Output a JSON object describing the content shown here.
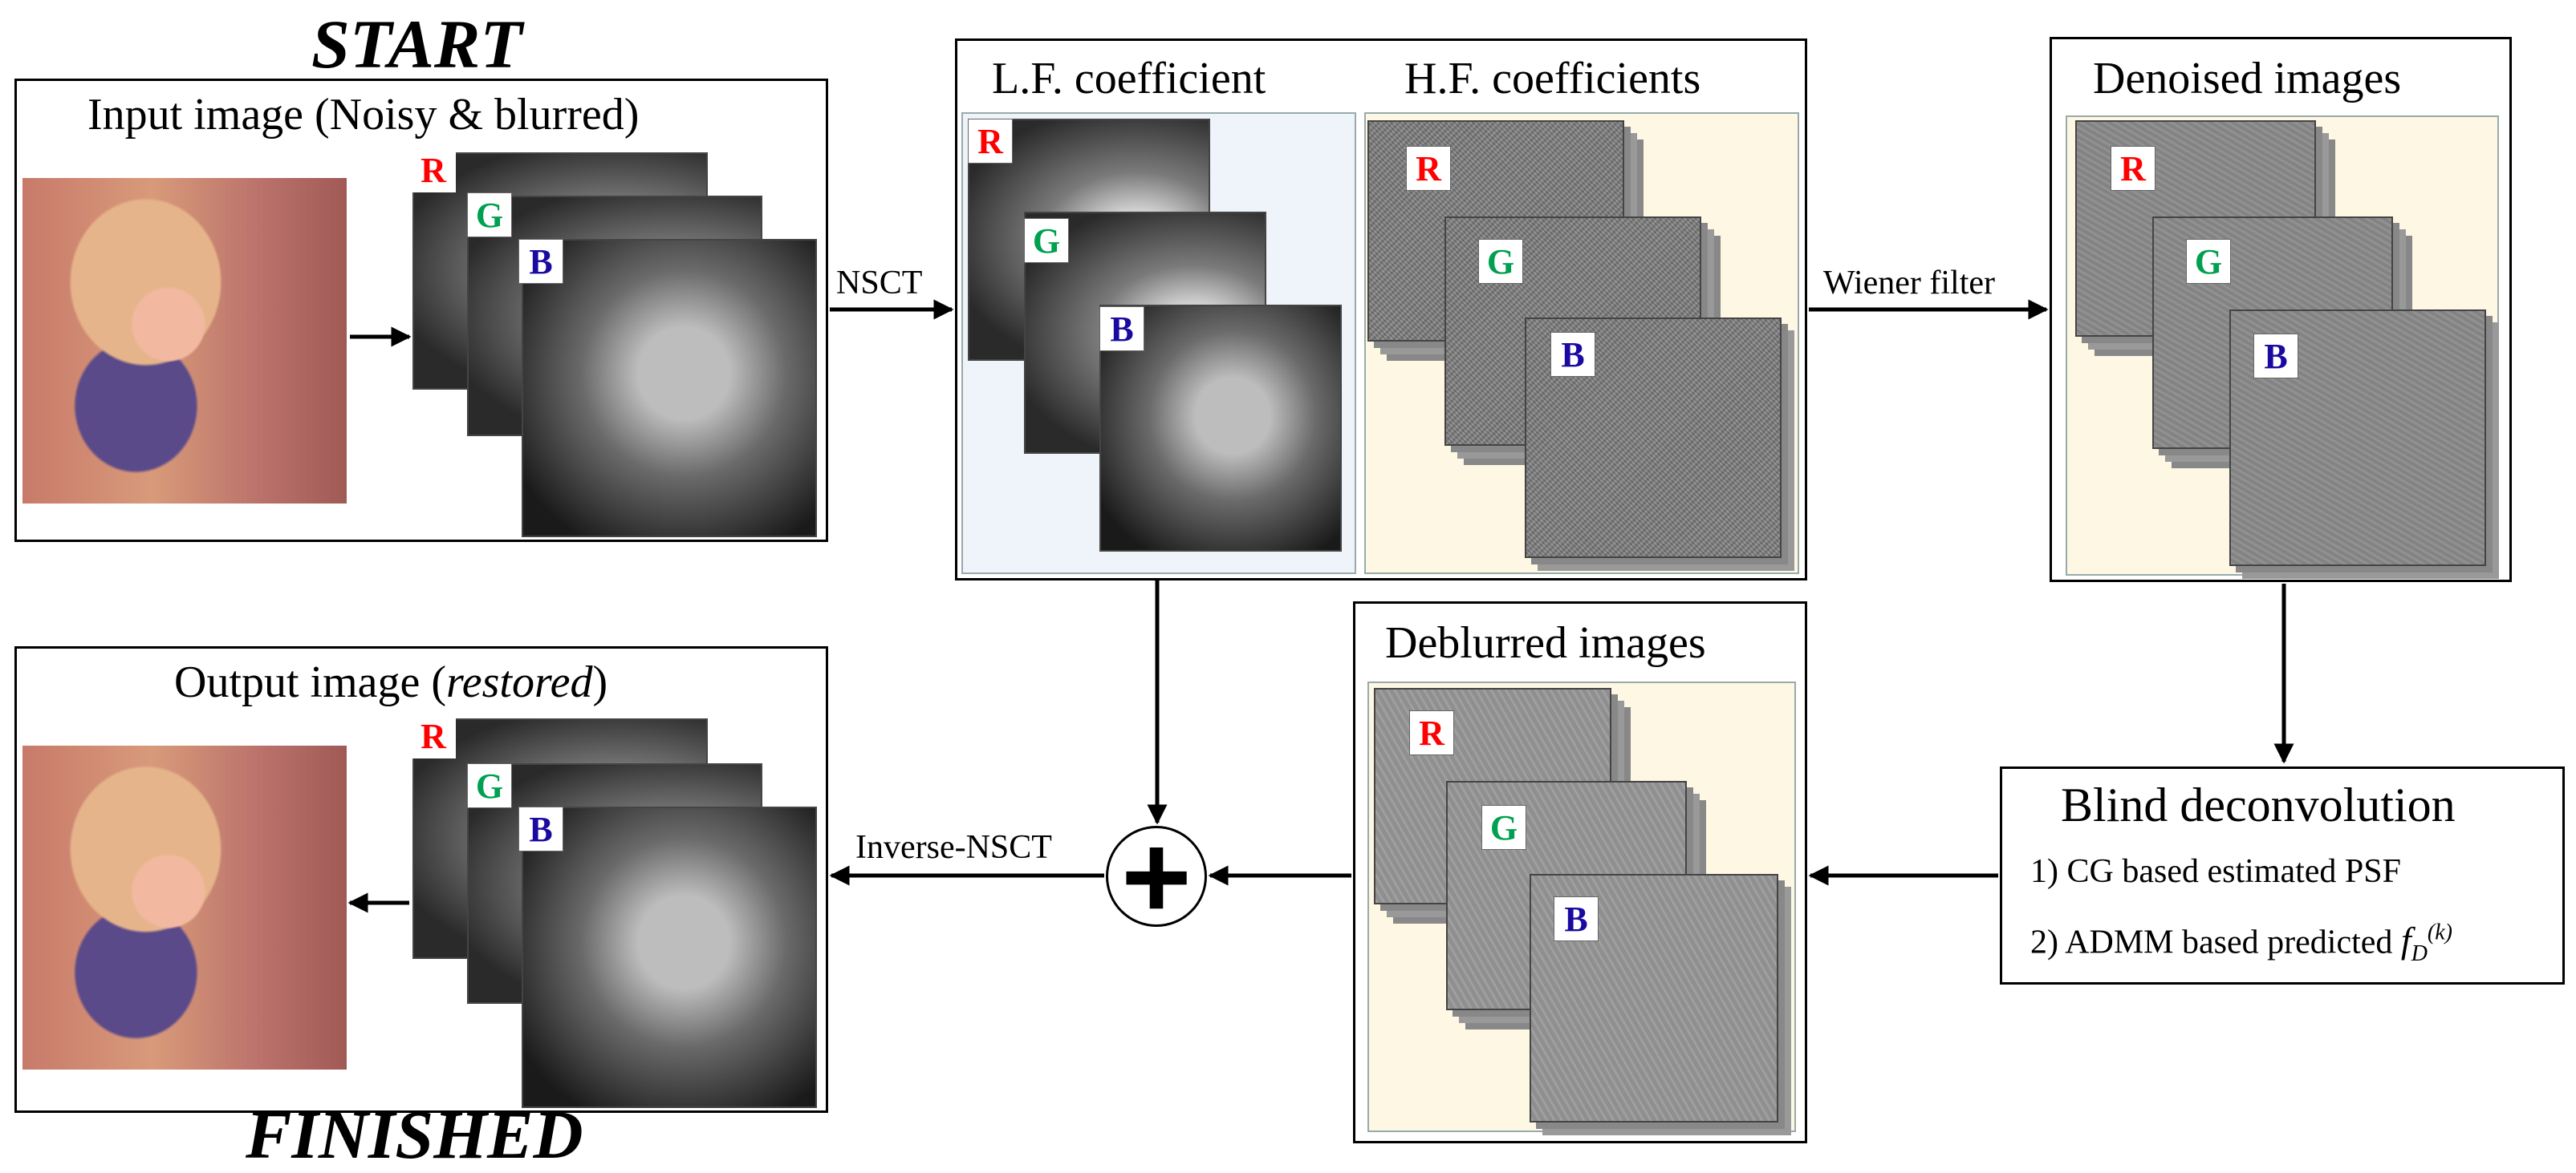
{
  "start_label": "START",
  "finished_label": "FINISHED",
  "input_box": {
    "title": "Input image (Noisy & blurred)"
  },
  "output_box": {
    "title_prefix": "Output image (",
    "title_italic": "restored",
    "title_suffix": ")"
  },
  "nsct_box": {
    "lf_title": "L.F. coefficient",
    "hf_title": "H.F. coefficients"
  },
  "denoised_box": {
    "title": "Denoised images"
  },
  "deblurred_box": {
    "title": "Deblurred images"
  },
  "blind_box": {
    "title": "Blind deconvolution",
    "item1": "1) CG based estimated PSF",
    "item2": "2) ADMM based predicted "
  },
  "arrows": {
    "nsct": "NSCT",
    "wiener": "Wiener filter",
    "inverse": "Inverse-NSCT"
  },
  "channels": {
    "r": "R",
    "g": "G",
    "b": "B"
  },
  "colors": {
    "r": "#ff0000",
    "g": "#00a050",
    "b": "#1a0aa0",
    "lf_bg": "#eef4fa",
    "hf_bg": "#fdf7e3"
  },
  "sum_symbol": "+"
}
